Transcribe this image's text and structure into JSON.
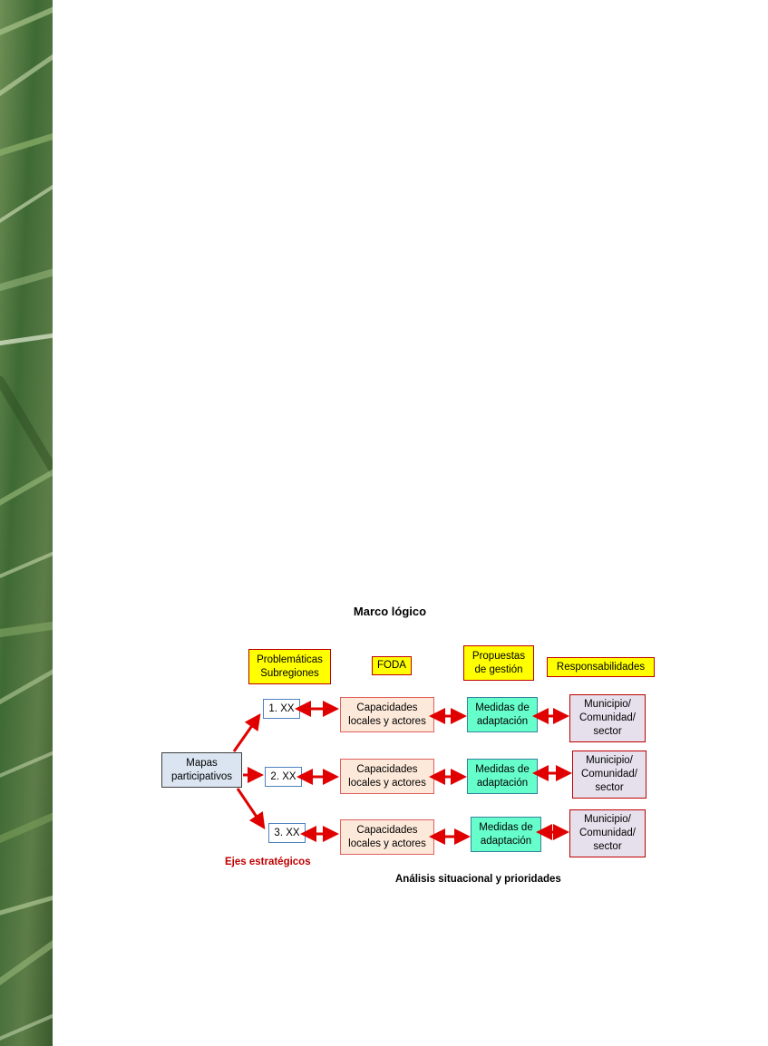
{
  "diagram": {
    "title": "Marco lógico",
    "headers": {
      "problematicas": "Problemáticas\nSubregiones",
      "foda": "FODA",
      "propuestas": "Propuestas\nde gestión",
      "responsabilidades": "Responsabilidades"
    },
    "root": "Mapas\nparticipativos",
    "rows": [
      {
        "axis": "1. XX",
        "capacidades": "Capacidades\nlocales y actores",
        "medidas": "Medidas de\nadaptación",
        "responsables": "Municipio/\nComunidad/\nsector"
      },
      {
        "axis": "2. XX",
        "capacidades": "Capacidades\nlocales y actores",
        "medidas": "Medidas de\nadaptación",
        "responsables": "Municipio/\nComunidad/\nsector"
      },
      {
        "axis": "3. XX",
        "capacidades": "Capacidades\nlocales y actores",
        "medidas": "Medidas de\nadaptación",
        "responsables": "Municipio/\nComunidad/\nsector"
      }
    ],
    "ejes_label": "Ejes estratégicos",
    "analisis_label": "Análisis situacional y prioridades"
  },
  "colors": {
    "arrow": "#e00000",
    "header_fill": "#ffff00",
    "header_border": "#c00000",
    "ejes_text": "#c00000"
  },
  "decor": {
    "side_image": "palm-leaves-photo"
  }
}
